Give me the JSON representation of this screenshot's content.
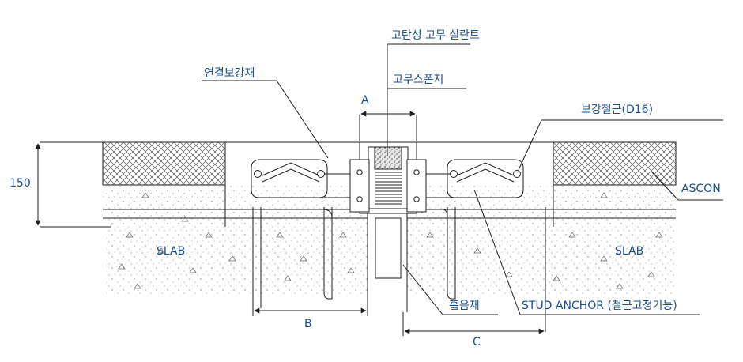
{
  "labels": {
    "sealant": "고탄성 고무 실란트",
    "sponge": "고무스폰지",
    "connector": "연결보강재",
    "rebar": "보강철근(D16)",
    "ascon": "ASCON",
    "slab_left": "SLAB",
    "slab_right": "SLAB",
    "absorber": "흡음재",
    "stud_anchor": "STUD ANCHOR (철근고정기능)"
  },
  "dimensions": {
    "depth": "150",
    "a": "A",
    "b": "B",
    "c": "C"
  },
  "colors": {
    "line": "#1f1f1f",
    "label": "#1a4e8f",
    "hatch": "#444444"
  }
}
